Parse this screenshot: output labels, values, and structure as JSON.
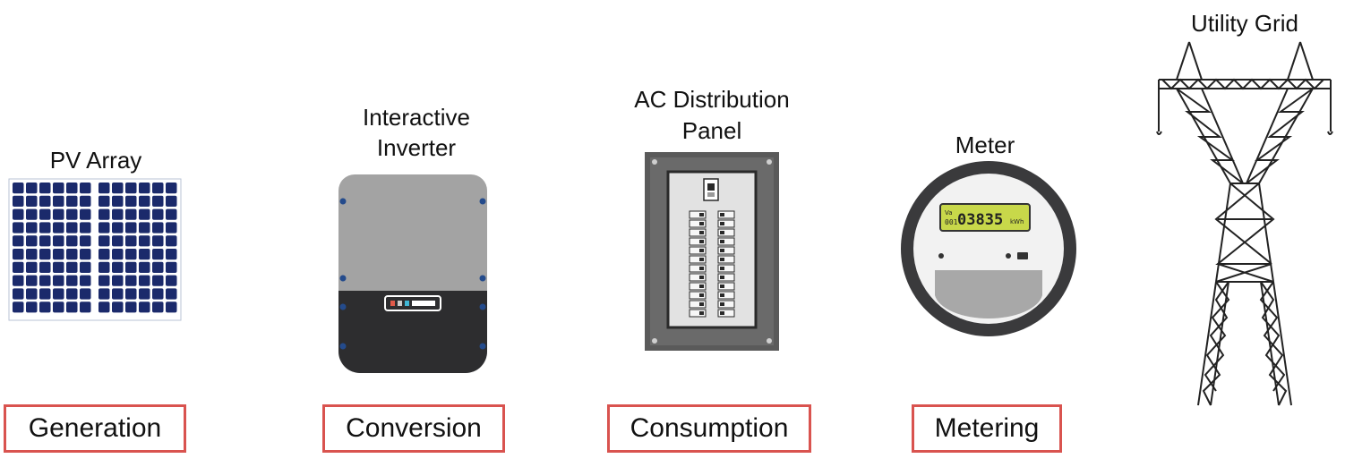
{
  "components": {
    "pv_array": {
      "label": "PV Array"
    },
    "inverter": {
      "label_line1": "Interactive",
      "label_line2": "Inverter"
    },
    "panel": {
      "label_line1": "AC Distribution",
      "label_line2": "Panel"
    },
    "meter": {
      "label": "Meter",
      "display_small_top": "Va",
      "display_small_bottom": "001",
      "reading": "03835",
      "unit": "kWh"
    },
    "grid": {
      "label": "Utility Grid"
    }
  },
  "stages": {
    "generation": "Generation",
    "conversion": "Conversion",
    "consumption": "Consumption",
    "metering": "Metering"
  },
  "colors": {
    "stage_border": "#d9534f",
    "pv_cell": "#1b2a6b",
    "inverter_top": "#a3a3a3",
    "inverter_bottom": "#2d2d2f",
    "meter_display": "#c8d84a"
  }
}
